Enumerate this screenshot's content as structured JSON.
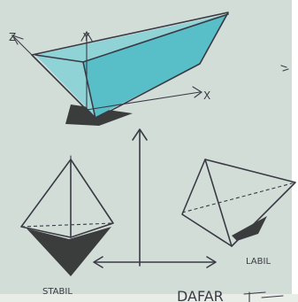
{
  "labels": {
    "stable": "STABIL",
    "labile": "LABIL",
    "bottom_text": "DAFAR"
  },
  "axis_labels": {
    "z": "Z",
    "y": "Y",
    "x": "X"
  },
  "colors": {
    "paper": "#d3ddd8",
    "pen": "#3a3a44",
    "cyan_fill": "#58bfc8",
    "cyan_light": "#8fd3d7",
    "shadow": "#3b3d3d"
  }
}
